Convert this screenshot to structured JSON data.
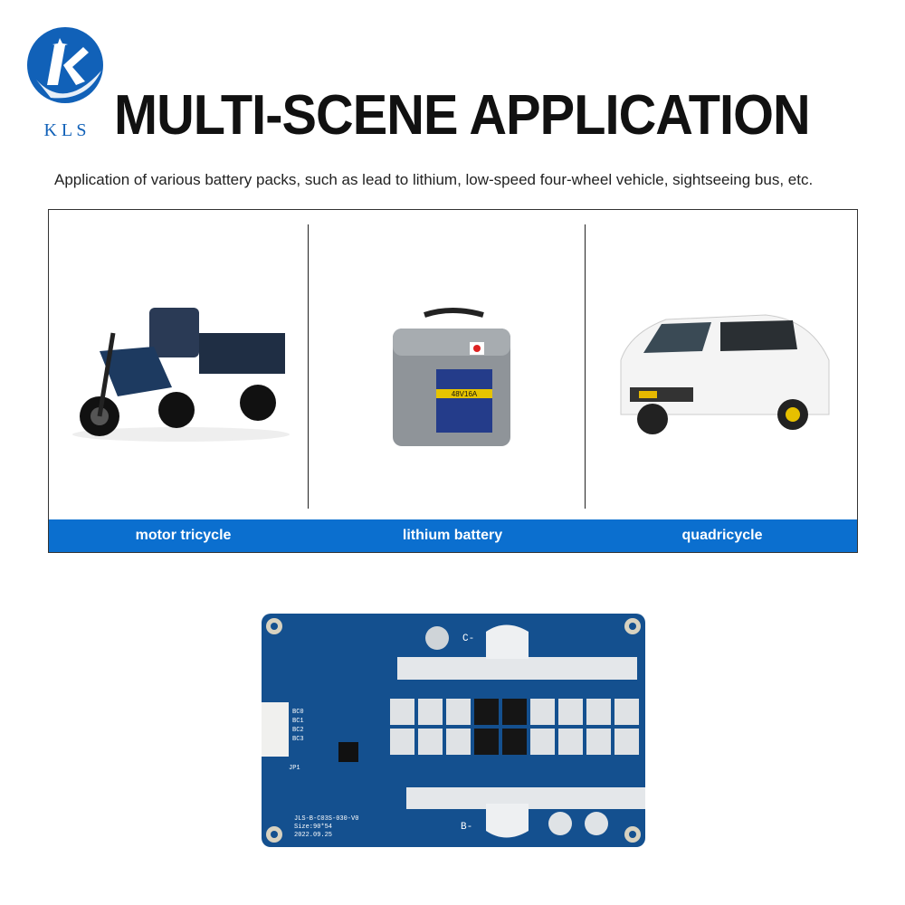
{
  "brand": {
    "logo_letter": "K",
    "name": "K L S"
  },
  "header": {
    "title": "MULTI-SCENE APPLICATION",
    "subtitle": "Application of various battery packs, such as lead to lithium, low-speed four-wheel vehicle, sightseeing bus, etc."
  },
  "scenes": [
    {
      "label": "motor tricycle"
    },
    {
      "label": "lithium battery",
      "product_label": "48V16A"
    },
    {
      "label": "quadricycle"
    }
  ],
  "pcb": {
    "c_minus": "C-",
    "b_minus": "B-",
    "model": "JLS-B-C03S-030-V0",
    "size": "Size:90*54",
    "date": "2022.09.25",
    "connector_pins": [
      "BC0",
      "BC1",
      "BC2",
      "BC3"
    ],
    "jp": "JP1"
  },
  "colors": {
    "accent": "#0b6fcf",
    "pcb": "#14508f"
  }
}
